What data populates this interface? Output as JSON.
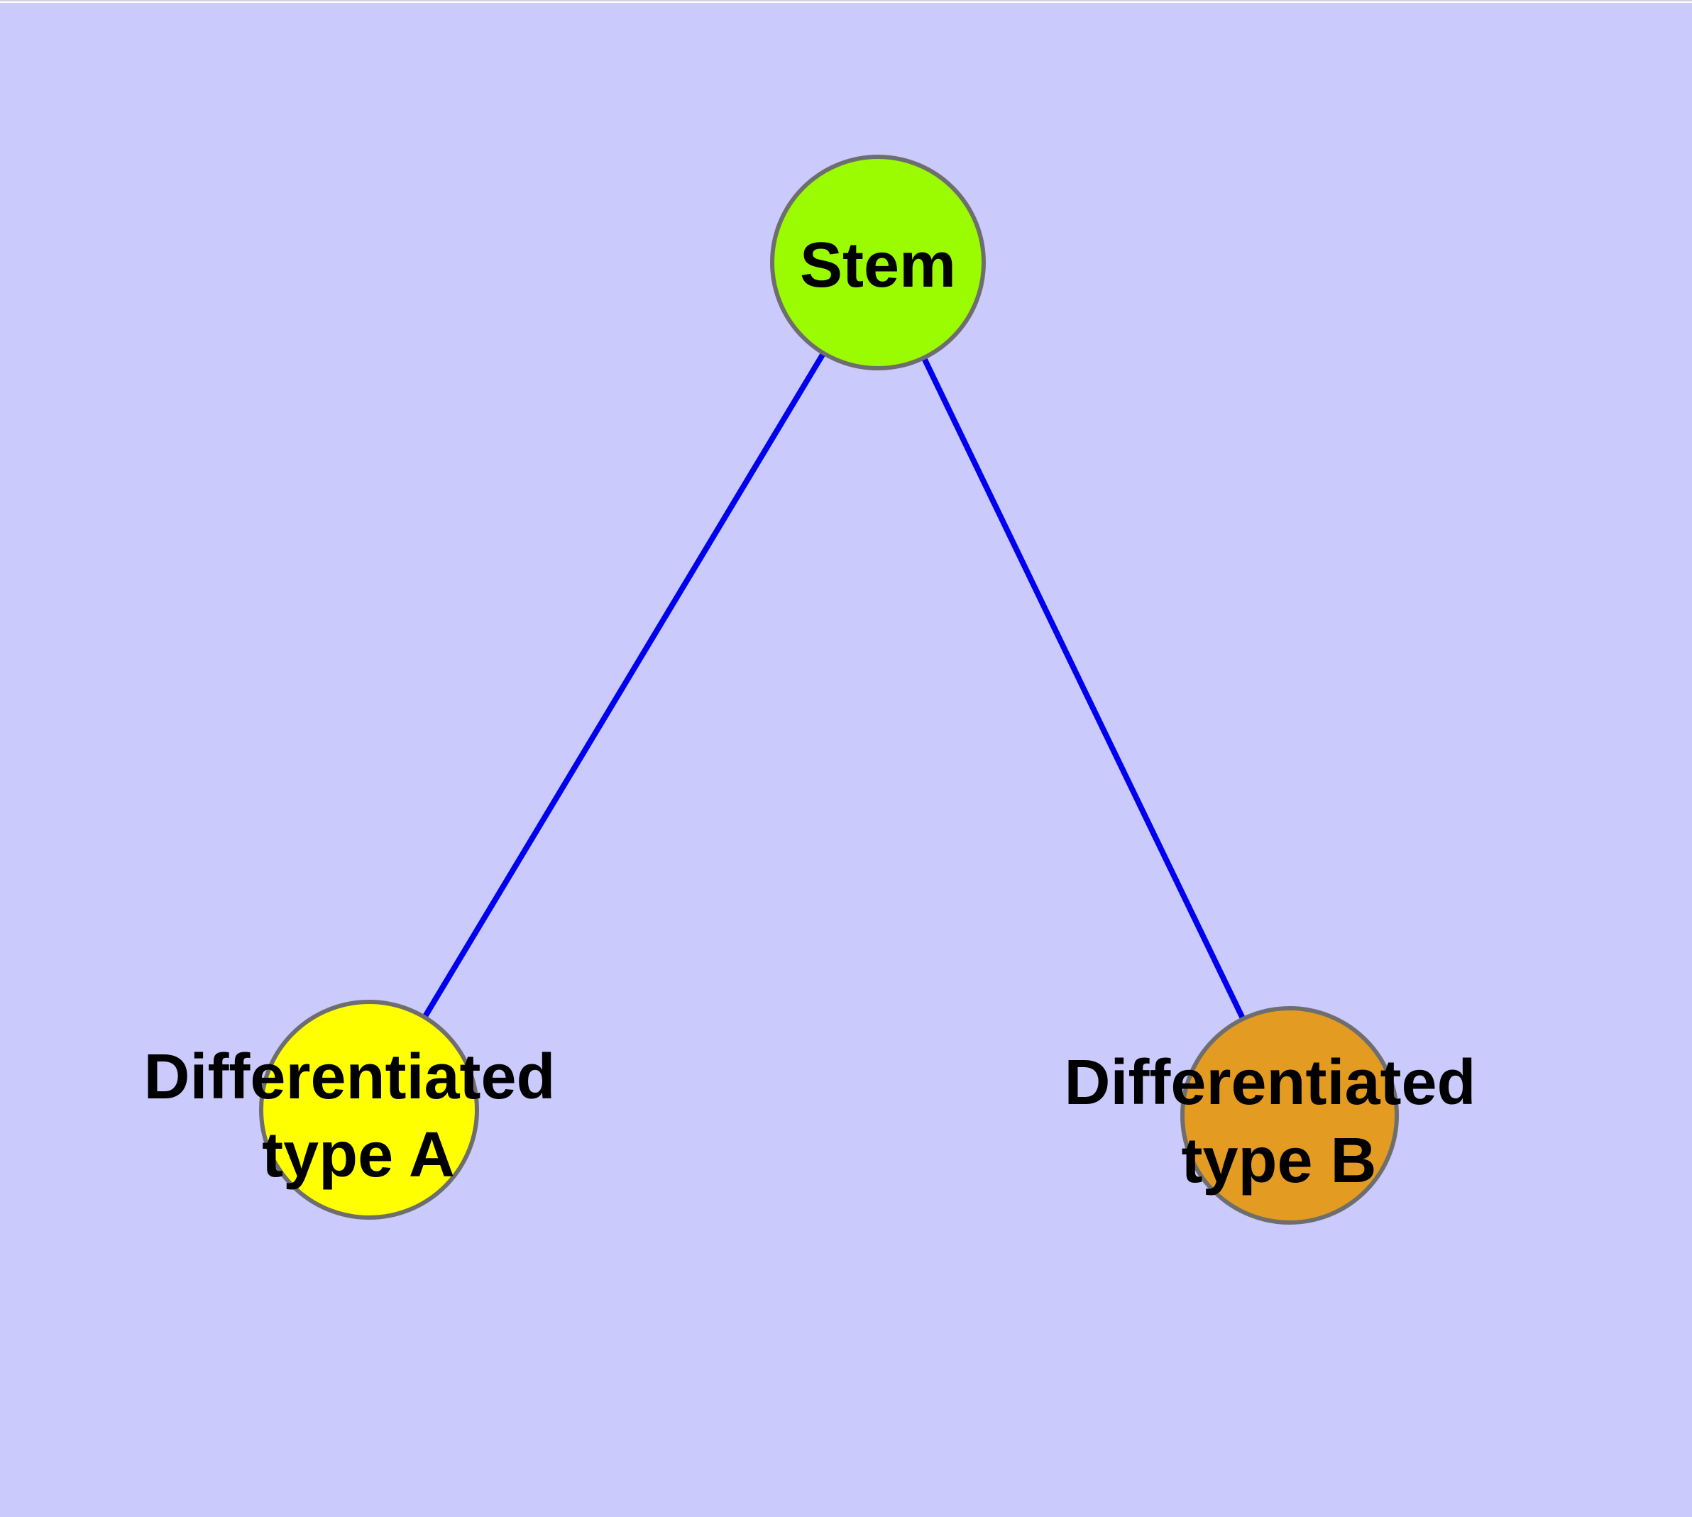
{
  "diagram": {
    "background_color": "#cacafc",
    "top_strip_color": "#ffffff",
    "top_hairline_color": "#d4d4d4",
    "edge_color": "#0000ee",
    "node_border_color": "#6e6e6e",
    "nodes": {
      "stem": {
        "label": "Stem",
        "fill": "#9bfb00"
      },
      "type_a": {
        "label": "Differentiated type A",
        "line1": "Differentiated",
        "line2": "type A",
        "fill": "#ffff00"
      },
      "type_b": {
        "label": "Differentiated type B",
        "line1": "Differentiated",
        "line2": "type B",
        "fill": "#e49b22"
      }
    },
    "edges": [
      {
        "from": "Stem",
        "to": "Differentiated type A"
      },
      {
        "from": "Stem",
        "to": "Differentiated type B"
      }
    ]
  }
}
